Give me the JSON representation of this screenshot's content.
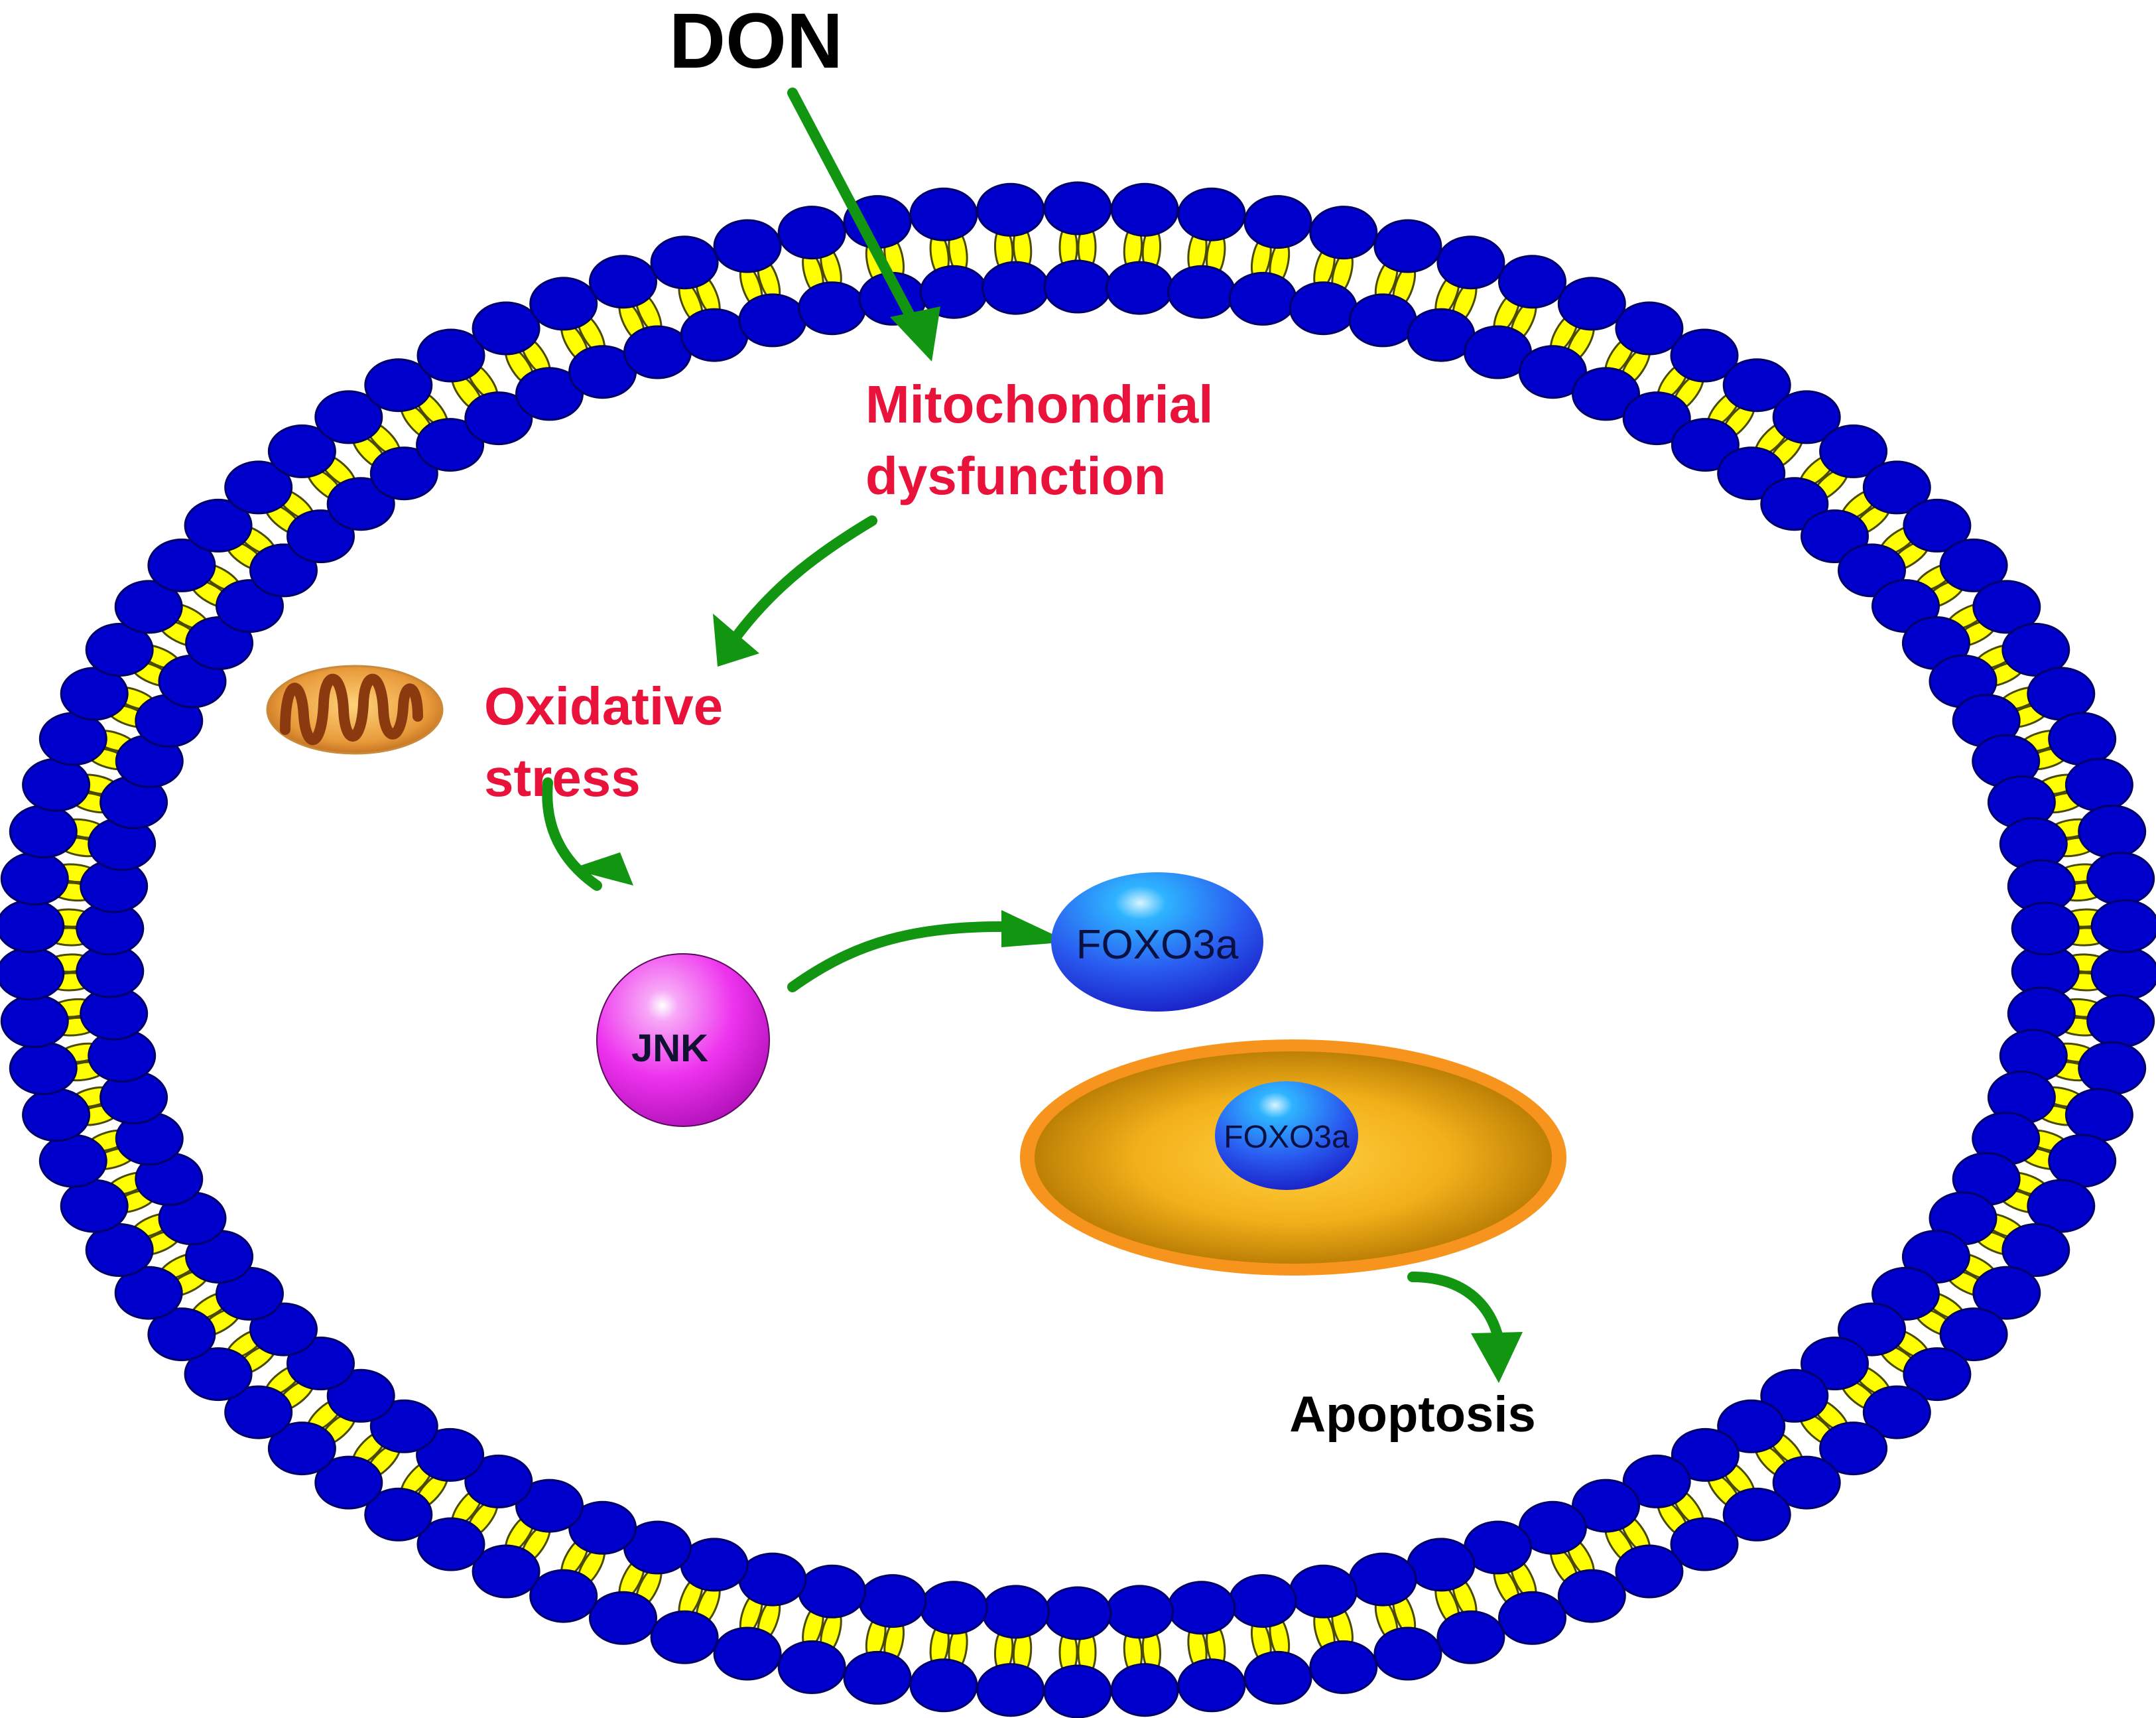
{
  "diagram": {
    "title": "DON-induced apoptosis pathway",
    "stimulus": {
      "label": "DON",
      "color": "#000000"
    },
    "steps": [
      {
        "id": "mito",
        "lines": [
          "Mitochondrial",
          "dysfunction"
        ],
        "color": "#e8123a"
      },
      {
        "id": "ox",
        "lines": [
          "Oxidative",
          "stress"
        ],
        "color": "#e8123a"
      }
    ],
    "nodes": {
      "jnk": {
        "label": "JNK",
        "color": "#ee33ee"
      },
      "foxo_cytoplasm": {
        "label": "FOXO3a",
        "color": "#2a5cf0"
      },
      "foxo_nucleus": {
        "label": "FOXO3a",
        "color": "#2a5cf0"
      },
      "nucleus": {
        "label": "",
        "fill": "#f5a623",
        "border": "#f7941d"
      },
      "mitochondrion": {
        "label": "",
        "fill": "#f0a840",
        "cristae": "#8b3a10"
      }
    },
    "outcome": {
      "label": "Apoptosis",
      "color": "#000000"
    },
    "edges": [
      {
        "from": "DON",
        "to": "Mitochondrial dysfunction"
      },
      {
        "from": "Mitochondrial dysfunction",
        "to": "Oxidative stress"
      },
      {
        "from": "Oxidative stress",
        "to": "JNK"
      },
      {
        "from": "JNK",
        "to": "FOXO3a"
      },
      {
        "from": "Nucleus (FOXO3a)",
        "to": "Apoptosis"
      }
    ],
    "colors": {
      "arrow": "#129612",
      "membrane_head": "#0000cc",
      "membrane_tail": "#ffff00",
      "background": "#ffffff"
    }
  }
}
